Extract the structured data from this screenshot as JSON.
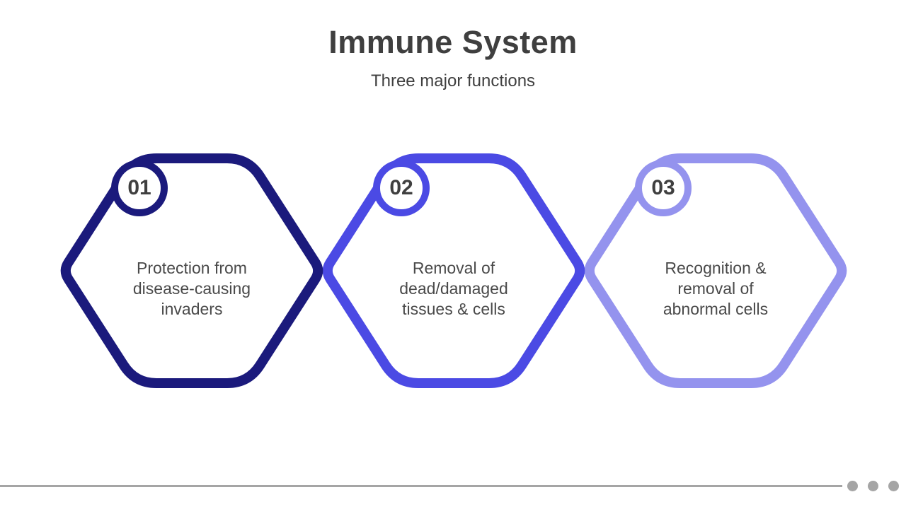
{
  "header": {
    "title": "Immune System",
    "subtitle": "Three major functions"
  },
  "hexagons": [
    {
      "number": "01",
      "color": "#1b1a7c",
      "lines": [
        "Protection from",
        "disease-causing",
        "invaders"
      ]
    },
    {
      "number": "02",
      "color": "#4b4ae4",
      "lines": [
        "Removal of",
        "dead/damaged",
        "tissues & cells"
      ]
    },
    {
      "number": "03",
      "color": "#9493ee",
      "lines": [
        "Recognition &",
        "removal of",
        "abnormal cells"
      ]
    }
  ],
  "footer": {
    "dot_count": 3
  },
  "colors": {
    "title_text": "#3f3f3f",
    "body_text": "#4a4a4a",
    "footer_gray": "#a5a5a5"
  }
}
